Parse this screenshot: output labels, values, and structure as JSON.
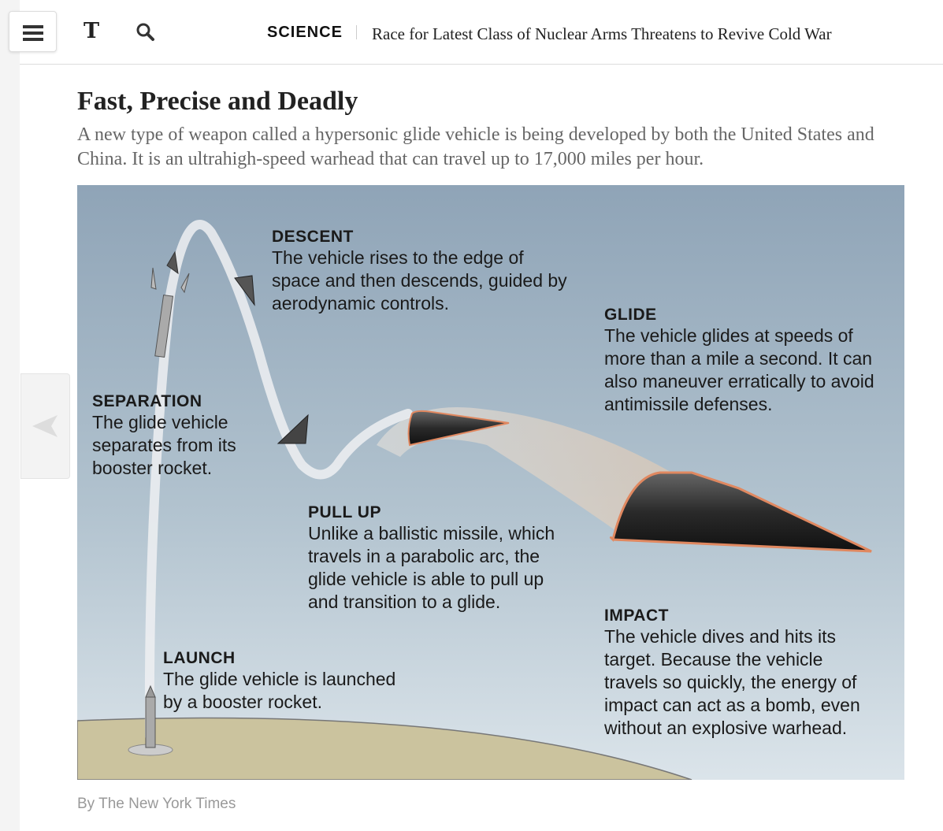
{
  "header": {
    "section": "SCIENCE",
    "headline": "Race for Latest Class of Nuclear Arms Threatens to Revive Cold War",
    "logo": "T"
  },
  "article": {
    "title": "Fast, Precise and Deadly",
    "subtitle": "A new type of weapon called a hypersonic glide vehicle is being developed by both the United States and China. It is an ultrahigh-speed warhead that can travel up to 17,000 miles per hour.",
    "credit": "By The New York Times"
  },
  "graphic": {
    "descent": {
      "title": "DESCENT",
      "text": "The vehicle rises to the edge of space and then descends, guided by aerodynamic controls."
    },
    "glide": {
      "title": "GLIDE",
      "text": "The vehicle glides at speeds of more than a mile a second. It can also maneuver erratically to avoid antimissile defenses."
    },
    "separation": {
      "title": "SEPARATION",
      "text": "The glide vehicle separates from its booster rocket."
    },
    "pullup": {
      "title": "PULL UP",
      "text": "Unlike a ballistic missile, which travels in a parabolic arc, the glide vehicle is able to pull up and transition to a glide."
    },
    "impact": {
      "title": "IMPACT",
      "text": "The vehicle dives and hits its target. Because the vehicle travels so quickly, the energy of impact can act as a bomb, even without an explosive warhead."
    },
    "launch": {
      "title": "LAUNCH",
      "text": "The glide vehicle is launched by a booster rocket."
    }
  }
}
